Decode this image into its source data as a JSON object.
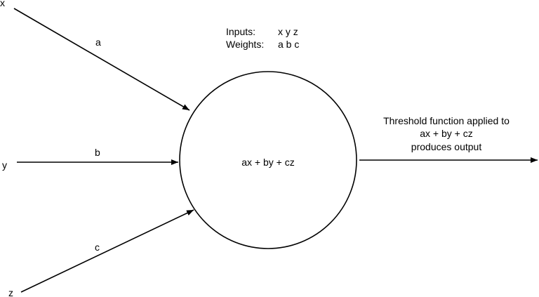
{
  "inputs": {
    "x": "x",
    "y": "y",
    "z": "z"
  },
  "weights": {
    "a": "a",
    "b": "b",
    "c": "c"
  },
  "legend": {
    "inputs_label": "Inputs:",
    "inputs_value": "x y z",
    "weights_label": "Weights:",
    "weights_value": "a b c"
  },
  "neuron": {
    "formula": "ax + by + cz"
  },
  "output": {
    "line1": "Threshold function applied to",
    "line2": "ax + by + cz",
    "line3": "produces output"
  },
  "colors": {
    "stroke": "#000000",
    "background": "#ffffff"
  }
}
